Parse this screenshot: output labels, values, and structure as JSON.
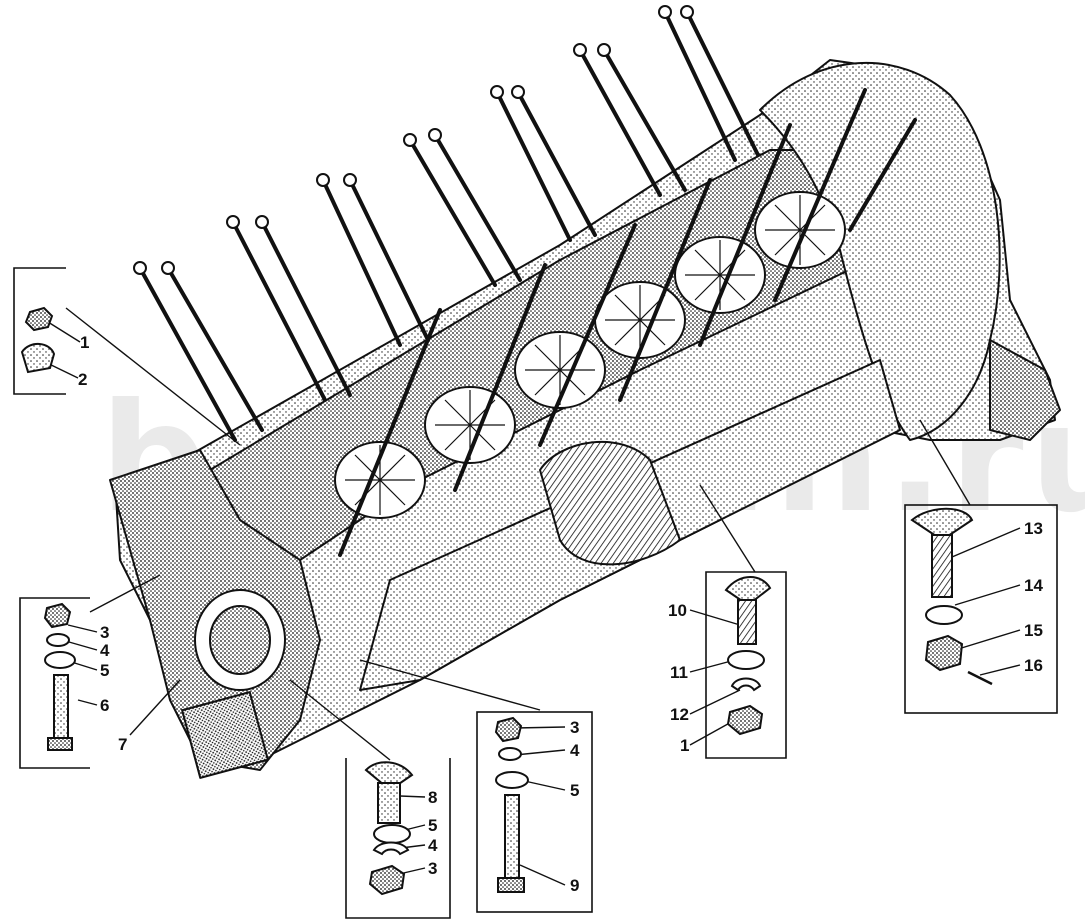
{
  "watermark": "bearshin.ru",
  "callouts": {
    "a1": "1",
    "a2": "2",
    "b3": "3",
    "b4": "4",
    "b5": "5",
    "b6": "6",
    "b7": "7",
    "c8": "8",
    "c5": "5",
    "c4": "4",
    "c3": "3",
    "d3": "3",
    "d4": "4",
    "d5": "5",
    "d9": "9",
    "e10": "10",
    "e11": "11",
    "e12": "12",
    "e1": "1",
    "f13": "13",
    "f14": "14",
    "f15": "15",
    "f16": "16"
  },
  "colors": {
    "ink": "#111111",
    "paper": "#ffffff",
    "watermark": "#d9d9d9"
  }
}
